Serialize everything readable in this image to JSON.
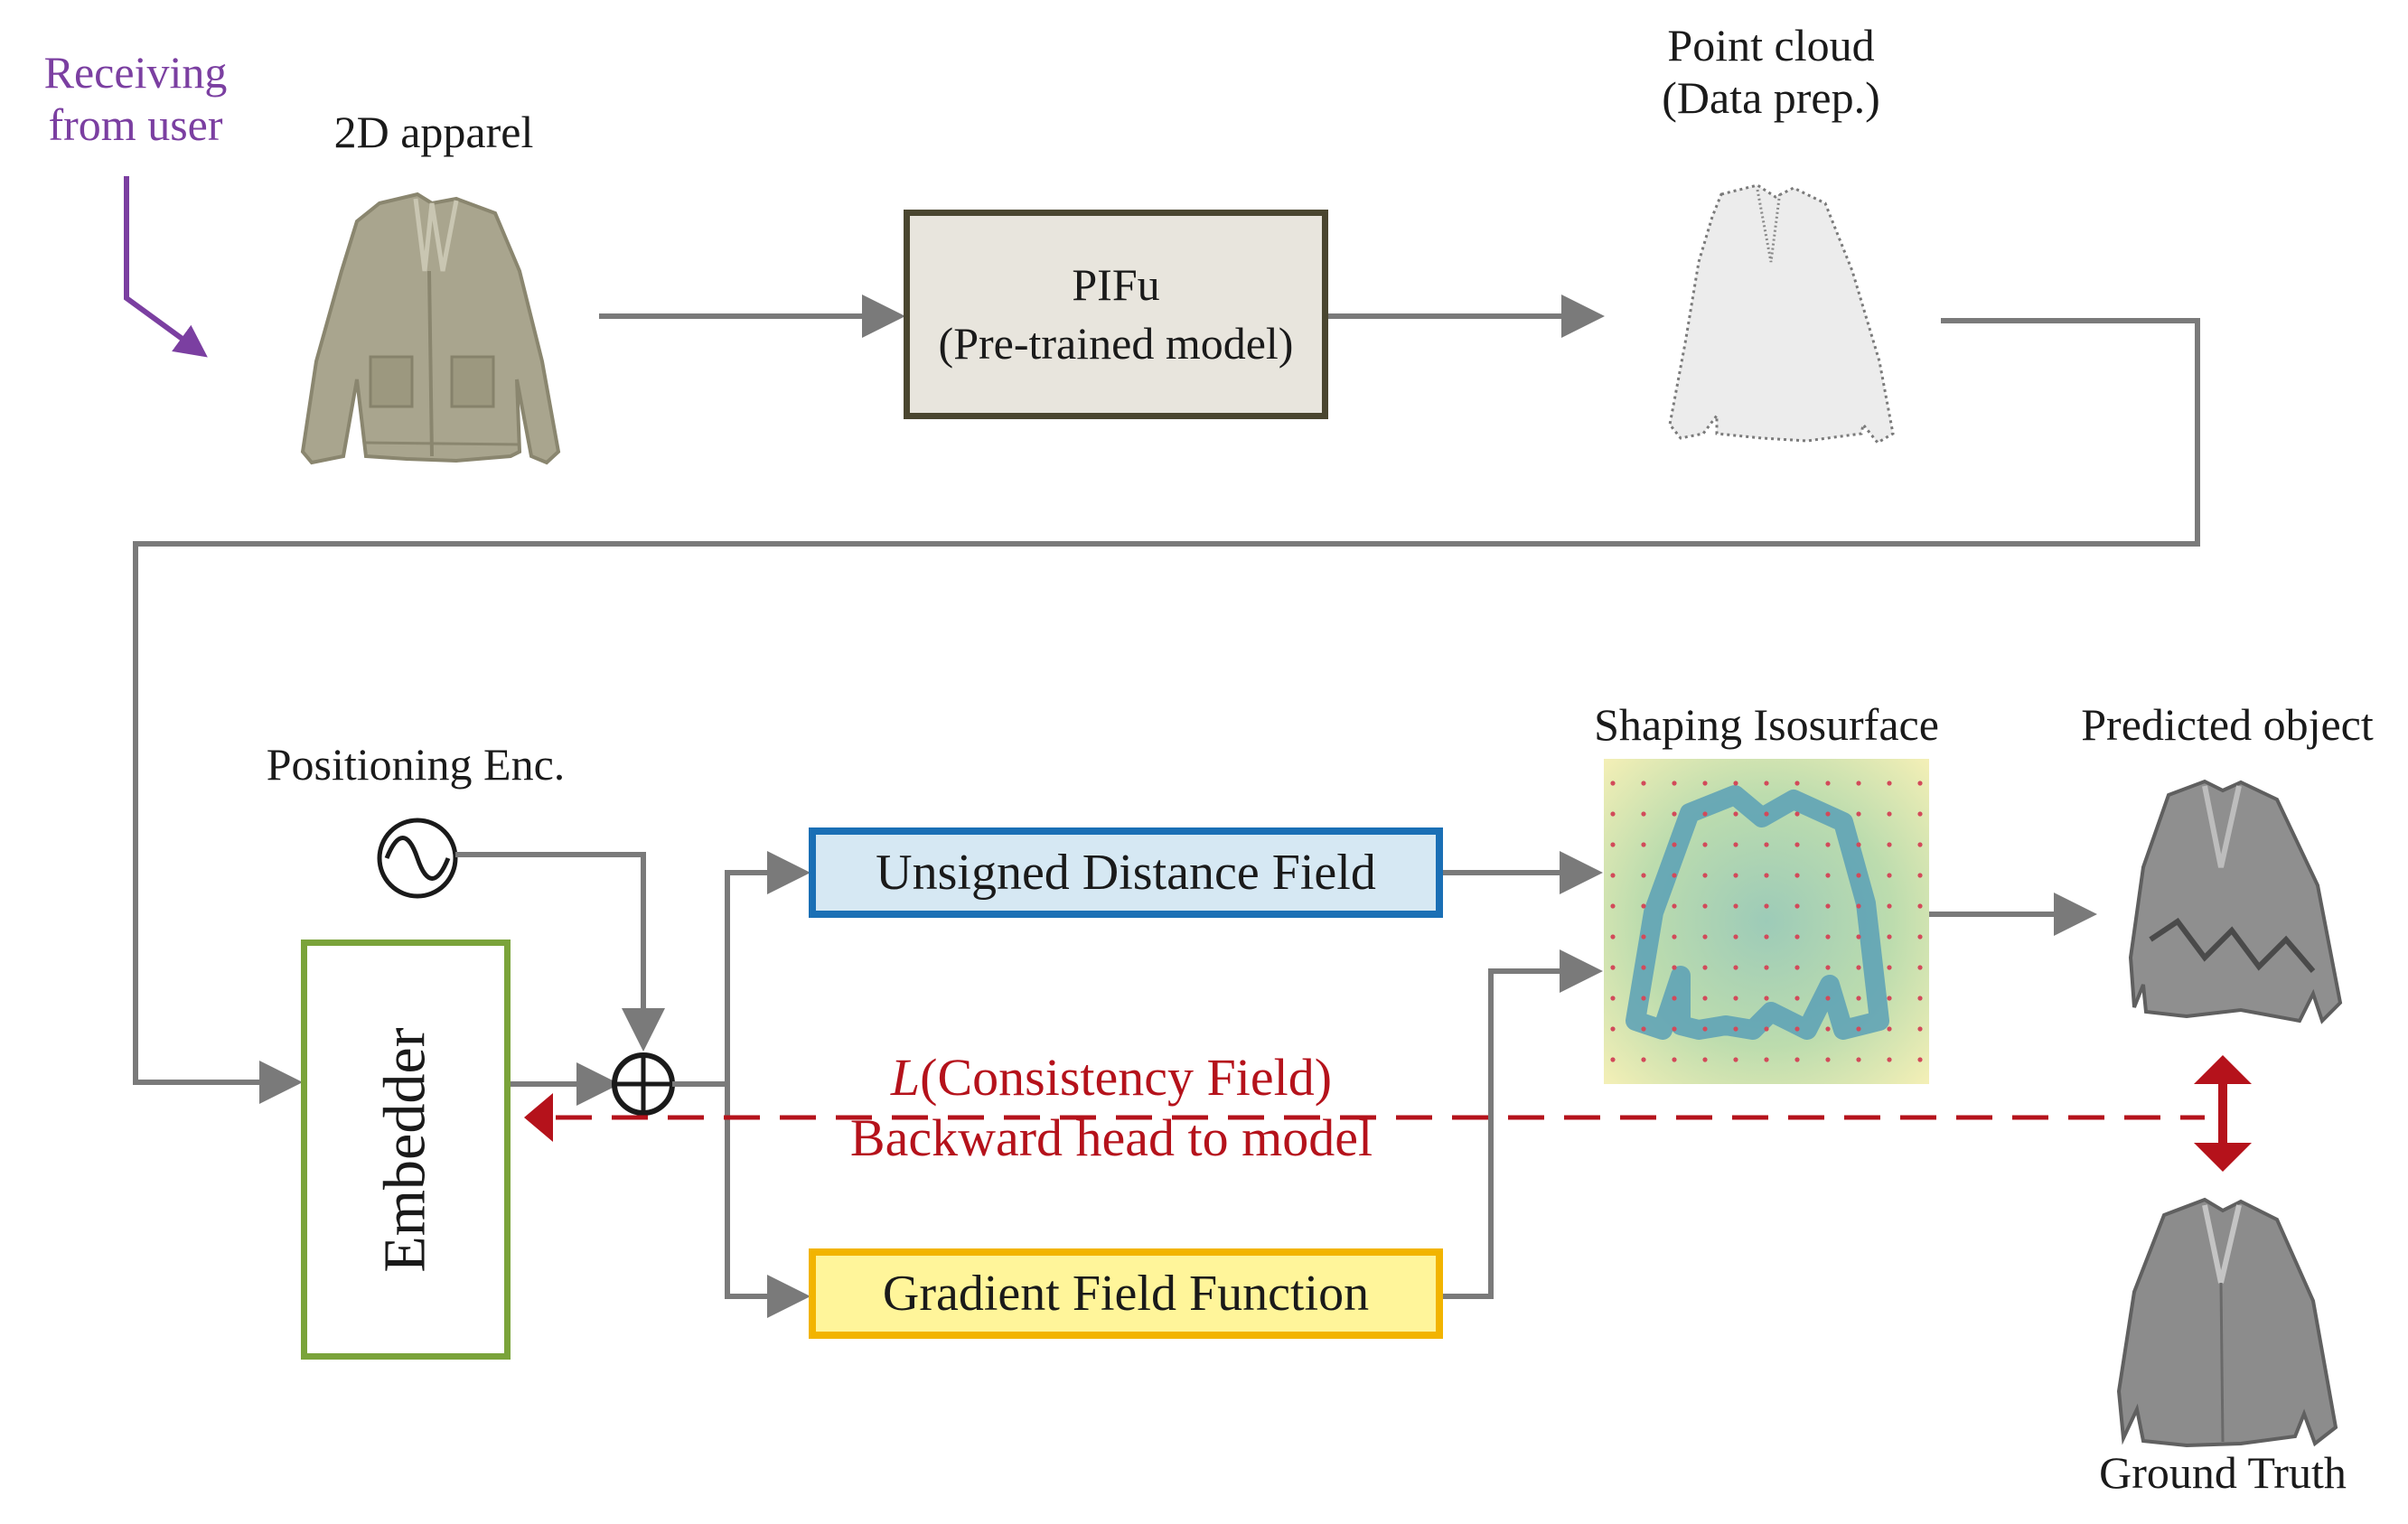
{
  "colors": {
    "arrow": "#7a7a7a",
    "user_input": "#7b3fa1",
    "loss": "#b5121b",
    "udf_border": "#1a6fb5",
    "udf_fill": "#d6e8f3",
    "gff_border": "#f2b400",
    "gff_fill": "#fff59a",
    "embedder_border": "#7aa33a",
    "pifu_border": "#4a4630",
    "pifu_fill": "#e8e5dd"
  },
  "labels": {
    "receiving_line1": "Receiving",
    "receiving_line2": "from user",
    "apparel_2d": "2D apparel",
    "pifu_line1": "PIFu",
    "pifu_line2": "(Pre-trained model)",
    "point_cloud_line1": "Point cloud",
    "point_cloud_line2": "(Data prep.)",
    "positioning_enc": "Positioning Enc.",
    "embedder": "Embedder",
    "udf": "Unsigned Distance Field",
    "gff": "Gradient Field Function",
    "shaping_isosurface": "Shaping Isosurface",
    "predicted_object": "Predicted object",
    "ground_truth": "Ground Truth",
    "loss_symbol": "L",
    "loss_line1": "(Consistency Field)",
    "loss_line2": "Backward head to model"
  },
  "icons": {
    "oscillator": "sine-wave-icon",
    "summation": "circled-plus-icon",
    "apparel": "cardigan-image",
    "point_cloud": "point-cloud-image",
    "isosurface": "isosurface-grid-image",
    "predicted": "predicted-mesh-image",
    "ground_truth": "ground-truth-mesh-image"
  }
}
